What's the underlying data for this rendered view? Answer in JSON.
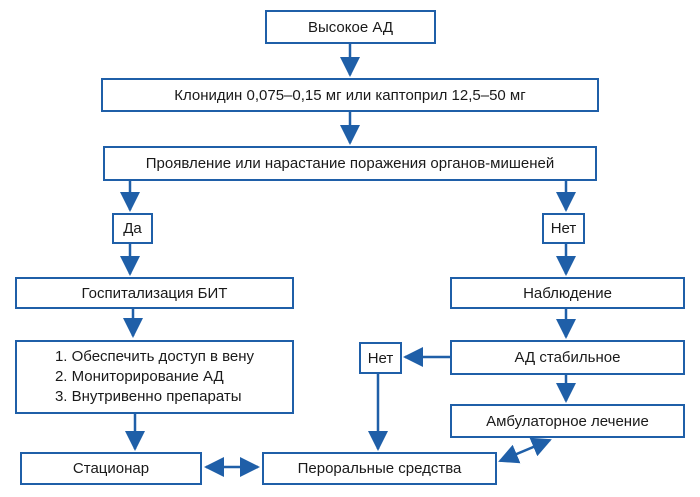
{
  "nodes": {
    "high_bp": "Высокое АД",
    "drugs": "Клонидин 0,075–0,15 мг или каптоприл 12,5–50 мг",
    "organ_damage": "Проявление или нарастание поражения органов-мишеней",
    "yes": "Да",
    "no_right": "Нет",
    "hospitalization": "Госпитализация БИТ",
    "observation": "Наблюдение",
    "steps": [
      "1. Обеспечить доступ в вену",
      "2. Мониторирование АД",
      "3. Внутривенно препараты"
    ],
    "bp_stable": "АД стабильное",
    "no_middle": "Нет",
    "outpatient": "Амбулаторное лечение",
    "inpatient": "Стационар",
    "oral": "Пероральные средства"
  },
  "colors": {
    "border": "#1f5fa8",
    "arrow": "#1f5fa8"
  }
}
